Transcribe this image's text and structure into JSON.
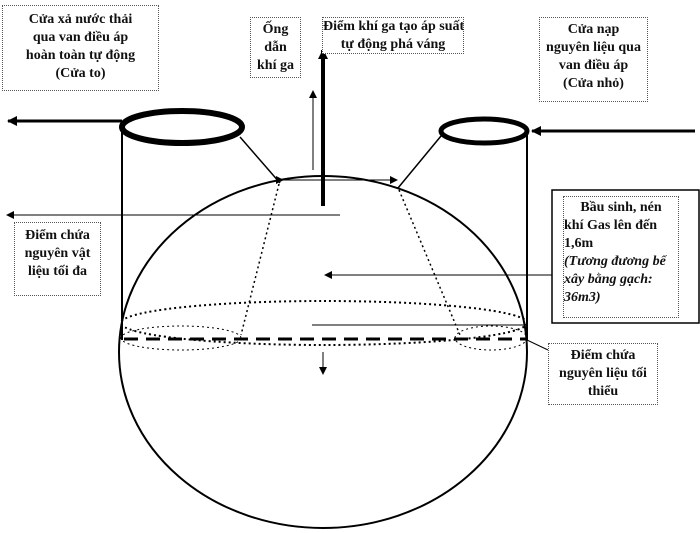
{
  "labels": {
    "outlet": [
      "Cửa xả nước thải",
      "qua van điều áp",
      "hoàn toàn tự động",
      "(Cửa to)"
    ],
    "gas_pipe": [
      "Ống",
      "dẫn",
      "khí ga"
    ],
    "gas_point": [
      "Điểm khí ga tạo áp suất",
      "tự động phá váng"
    ],
    "inlet": [
      "Cửa nạp",
      "nguyên liệu qua",
      "van điều áp",
      "(Cửa nhỏ)"
    ],
    "chamber": {
      "main": [
        "Bầu sinh, nén",
        "khí Gas lên đến",
        "1,6m"
      ],
      "note": [
        "(Tương đương bể",
        "xây bằng gạch:",
        "36m3)"
      ]
    },
    "max_level": [
      "Điểm chứa",
      "nguyên vật",
      "liệu tối đa"
    ],
    "min_level": [
      "Điểm chứa",
      "nguyên liệu tối",
      "thiểu"
    ]
  }
}
